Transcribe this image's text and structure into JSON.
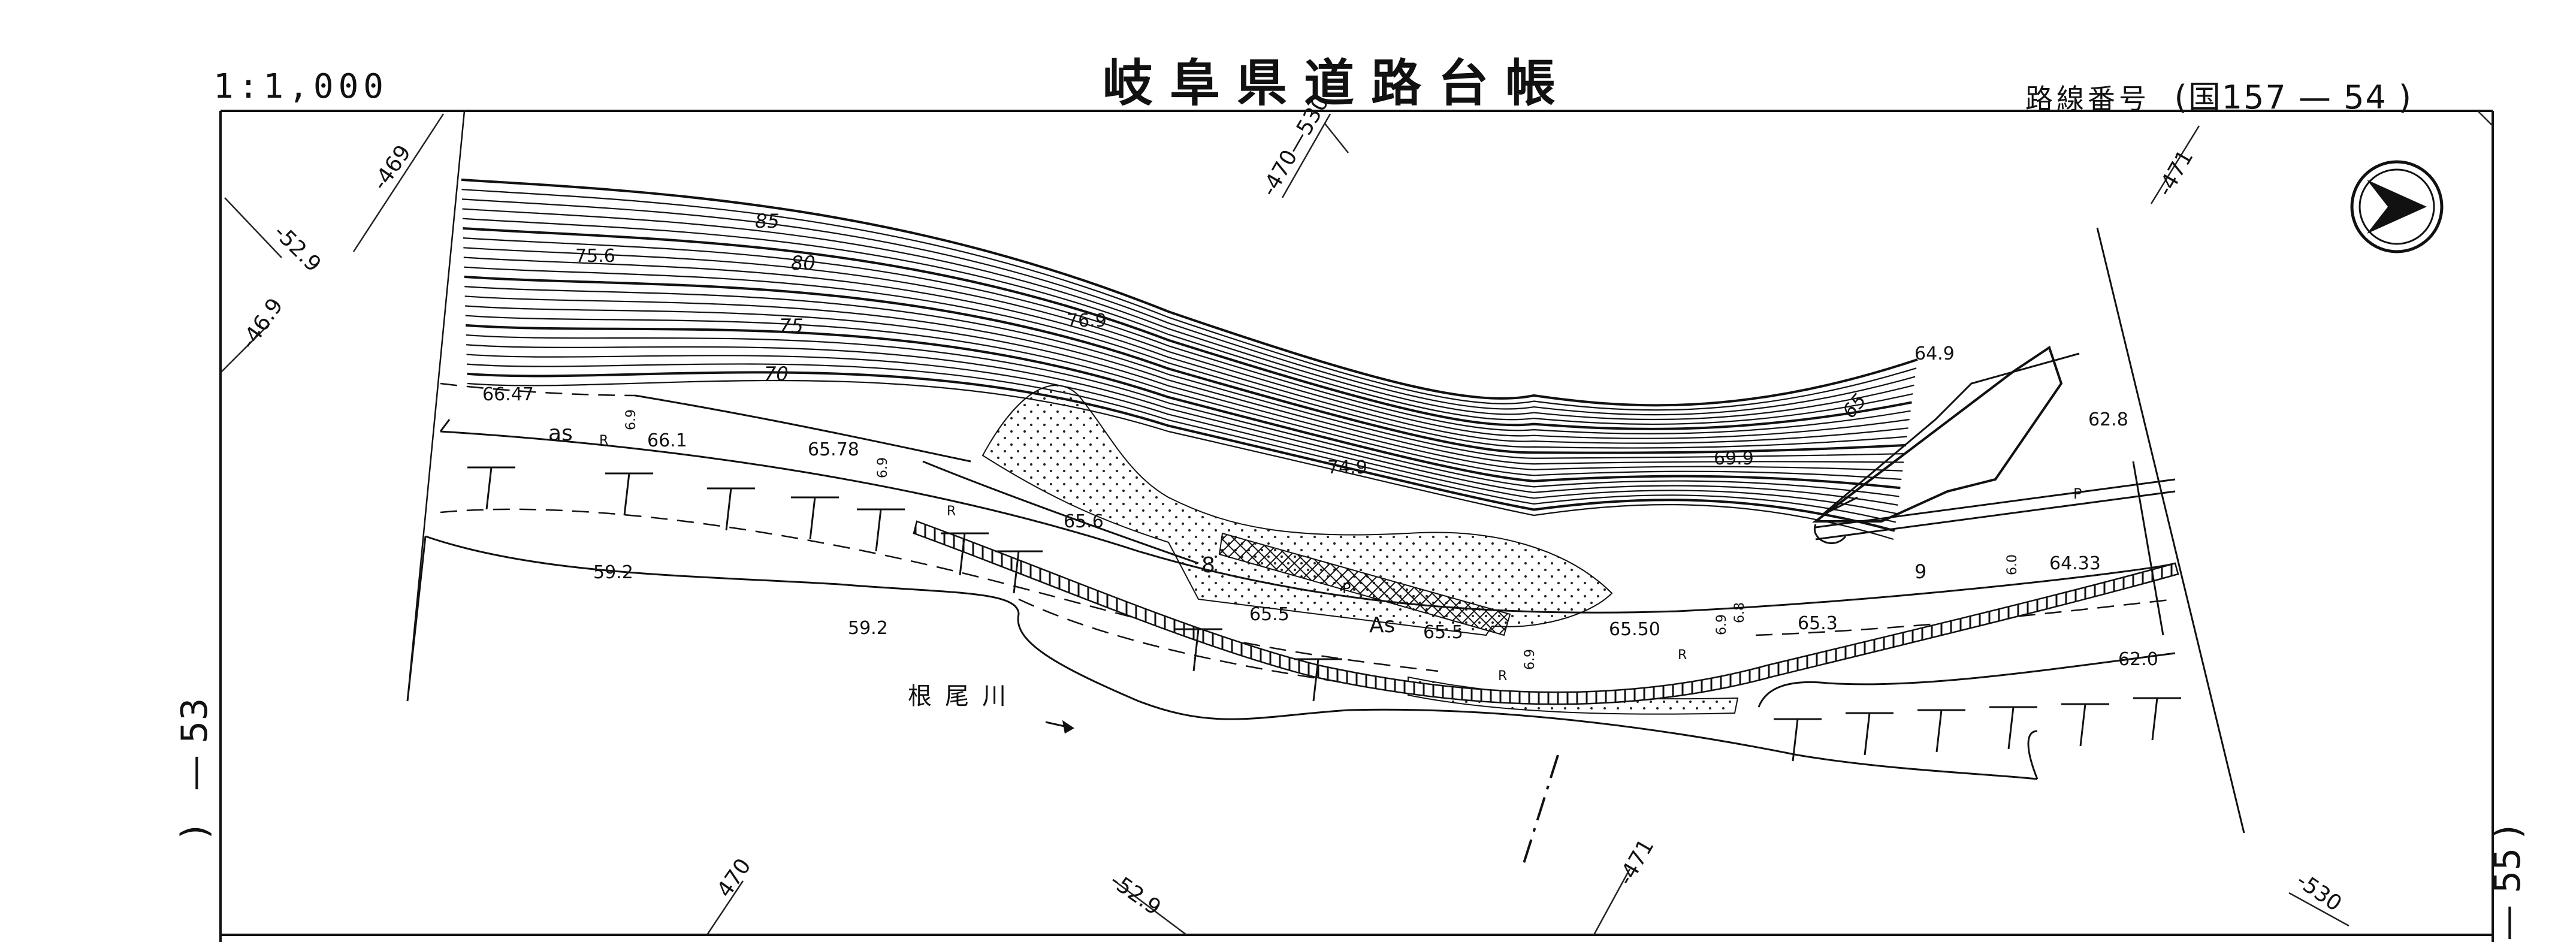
{
  "header": {
    "scale": "1:1,000",
    "title": "岐阜県道路台帳",
    "route_prefix": "路線番号",
    "route_number": "(国157 — 54 )"
  },
  "side_labels": {
    "left": "53",
    "left_prefix": "—",
    "left_paren": ")",
    "right": "55",
    "right_prefix": "—",
    "right_paren": ")"
  },
  "grid_labels": {
    "top_left_1": "-469",
    "top_left_2": "-52.9",
    "top_left_3": "-46.9",
    "top_mid": "-470—530",
    "top_right": "-471",
    "bottom_1": "470",
    "bottom_2": "-52.9",
    "bottom_3": "-471",
    "bottom_4": "-530"
  },
  "contour_labels": [
    "85",
    "80",
    "75",
    "70",
    "65"
  ],
  "spot_heights": {
    "h756": "75.6",
    "h769": "76.9",
    "h749": "74.9",
    "h699": "69.9",
    "h649": "64.9",
    "h628": "62.8",
    "h6647": "66.47",
    "h661": "66.1",
    "h6578": "65.78",
    "h656": "65.6",
    "h655a": "65.5",
    "h655b": "65.5",
    "h6550": "65.50",
    "h653": "65.3",
    "h6433": "64.33",
    "h620": "62.0",
    "h592a": "59.2",
    "h592b": "59.2"
  },
  "road_marks": {
    "as1": "as",
    "as2": "As",
    "r1": "R",
    "r2": "R",
    "r3": "R",
    "r4": "R",
    "p1": "P",
    "p2": "P",
    "w1": "6.9",
    "w2": "6.9",
    "w3": "6.9",
    "w4": "6.8",
    "w5": "6.9",
    "w6": "6.0",
    "n8": "8",
    "n9": "9"
  },
  "river_name": "根尾川",
  "north_arrow": "north-arrow-icon",
  "colors": {
    "ink": "#111111",
    "paper": "#ffffff"
  }
}
